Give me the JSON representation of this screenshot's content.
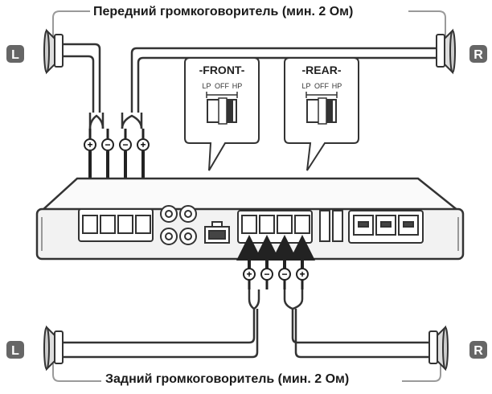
{
  "titles": {
    "front": "Передний громкоговоритель (мин. 2 Ом)",
    "rear": "Задний громкоговоритель (мин. 2 Ом)"
  },
  "channel_badges": {
    "left": "L",
    "right": "R"
  },
  "switches": {
    "front": {
      "title": "-FRONT-",
      "options": [
        "LP",
        "OFF",
        "HP"
      ]
    },
    "rear": {
      "title": "-REAR-",
      "options": [
        "LP",
        "OFF",
        "HP"
      ]
    }
  },
  "polarity": {
    "front": [
      "+",
      "−",
      "−",
      "+"
    ],
    "rear": [
      "+",
      "−",
      "−",
      "+"
    ]
  },
  "colors": {
    "line": "#333333",
    "light_line": "#999999",
    "amp_fill": "#f2f2f2",
    "badge": "#666666"
  }
}
